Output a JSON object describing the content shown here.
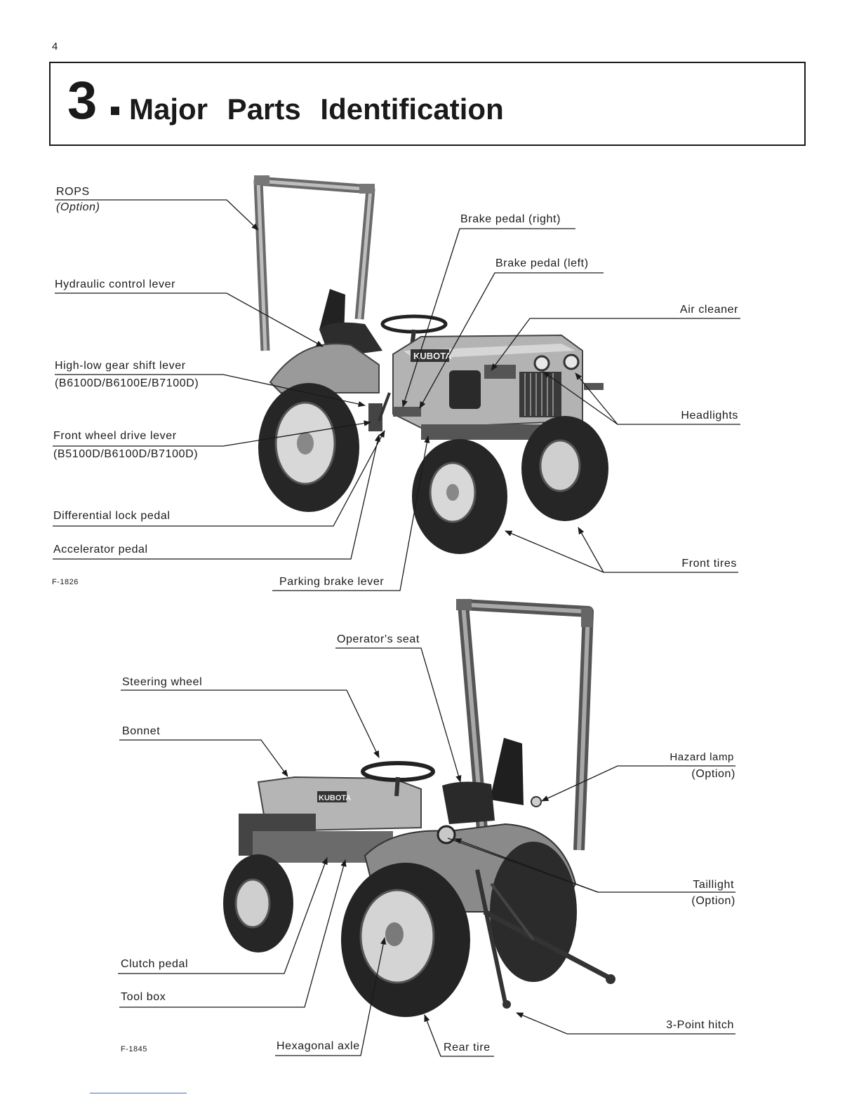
{
  "page": {
    "number": "4"
  },
  "title": {
    "number": "3",
    "text": "Major Parts Identification"
  },
  "figure1": {
    "id": "F-1826",
    "labels": {
      "rops": "ROPS",
      "rops_note": "(Option)",
      "hydraulic_control_lever": "Hydraulic control lever",
      "high_low_gear_shift_lever": "High-low gear shift lever",
      "high_low_models": "(B6100D/B6100E/B7100D)",
      "front_wheel_drive_lever": "Front wheel drive lever",
      "front_wheel_models": "(B5100D/B6100D/B7100D)",
      "differential_lock_pedal": "Differential lock pedal",
      "accelerator_pedal": "Accelerator pedal",
      "parking_brake_lever": "Parking brake lever",
      "brake_pedal_right": "Brake pedal (right)",
      "brake_pedal_left": "Brake pedal (left)",
      "air_cleaner": "Air cleaner",
      "headlights": "Headlights",
      "front_tires": "Front tires"
    },
    "brand": "KUBOTA"
  },
  "figure2": {
    "id": "F-1845",
    "labels": {
      "operators_seat": "Operator's seat",
      "steering_wheel": "Steering wheel",
      "bonnet": "Bonnet",
      "hazard_lamp": "Hazard lamp",
      "hazard_note": "(Option)",
      "taillight": "Taillight",
      "taillight_note": "(Option)",
      "clutch_pedal": "Clutch pedal",
      "tool_box": "Tool box",
      "hexagonal_axle": "Hexagonal axle",
      "rear_tire": "Rear tire",
      "three_point_hitch": "3-Point hitch"
    },
    "brand": "KUBOTA"
  }
}
